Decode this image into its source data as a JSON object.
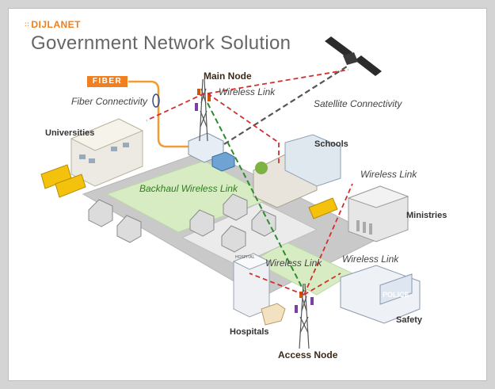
{
  "brand": {
    "logo_text": "DIJLANET",
    "prefix": "::"
  },
  "title": "Government Network Solution",
  "nodes": {
    "main": "Main Node",
    "access": "Access Node"
  },
  "links": {
    "fiber_tag": "FIBER",
    "fiber_connectivity": "Fiber Connectivity",
    "wireless_main": "Wireless Link",
    "satellite": "Satellite Connectivity",
    "wireless_ministries": "Wireless Link",
    "backhaul": "Backhaul Wireless Link",
    "wireless_hospitals": "Wireless Link",
    "wireless_safety": "Wireless Link"
  },
  "sites": {
    "universities": "Universities",
    "schools": "Schools",
    "ministries": "Ministries",
    "hospitals": "Hospitals",
    "safety": "Safety",
    "hospital_sign": "HOSPITAL",
    "police_sign": "POLICE"
  },
  "colors": {
    "brand_orange": "#f07f1f",
    "title_gray": "#666666",
    "wireless_red": "#d32f2f",
    "backhaul_green": "#2e8b2e",
    "satellite_dark": "#555555",
    "fiber_orange": "#f39c34",
    "ground_green": "#d8ecc4",
    "road_gray": "#c9c9c9"
  }
}
